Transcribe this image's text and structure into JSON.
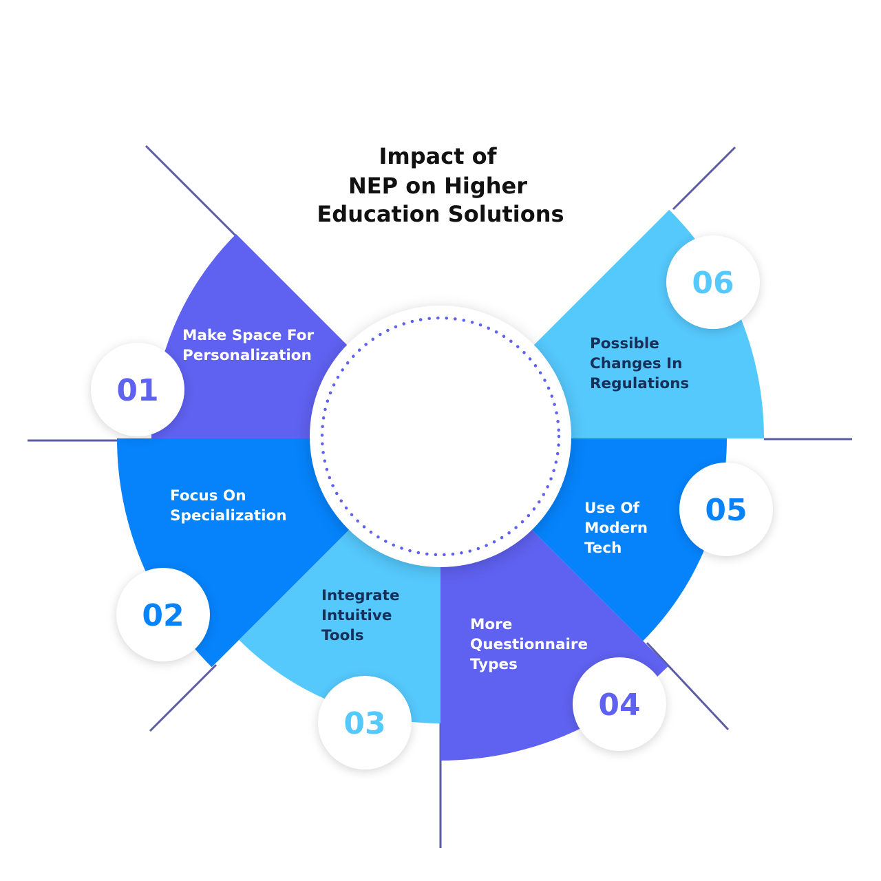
{
  "title": [
    "Impact of",
    "NEP on Higher",
    "Education Solutions"
  ],
  "colors": {
    "purple": "#5F61F0",
    "blue": "#0683FB",
    "light_blue": "#55C8FC",
    "dark_text": "#16305A",
    "white_text": "#ffffff",
    "divider_line": "#5B5DA4",
    "dots": "#5F61F0"
  },
  "items": [
    {
      "number": "01",
      "label": [
        "Make Space For",
        "Personalization"
      ],
      "fill": "purple",
      "text_color": "white_text",
      "number_color": "purple"
    },
    {
      "number": "02",
      "label": [
        "Focus On",
        "Specialization"
      ],
      "fill": "blue",
      "text_color": "white_text",
      "number_color": "blue"
    },
    {
      "number": "03",
      "label": [
        "Integrate",
        "Intuitive",
        "Tools"
      ],
      "fill": "light_blue",
      "text_color": "dark_text",
      "number_color": "light_blue"
    },
    {
      "number": "04",
      "label": [
        "More",
        "Questionnaire",
        "Types"
      ],
      "fill": "purple",
      "text_color": "white_text",
      "number_color": "purple"
    },
    {
      "number": "05",
      "label": [
        "Use Of",
        "Modern",
        "Tech"
      ],
      "fill": "blue",
      "text_color": "white_text",
      "number_color": "blue"
    },
    {
      "number": "06",
      "label": [
        "Possible",
        "Changes In",
        "Regulations"
      ],
      "fill": "light_blue",
      "text_color": "dark_text",
      "number_color": "light_blue"
    }
  ]
}
